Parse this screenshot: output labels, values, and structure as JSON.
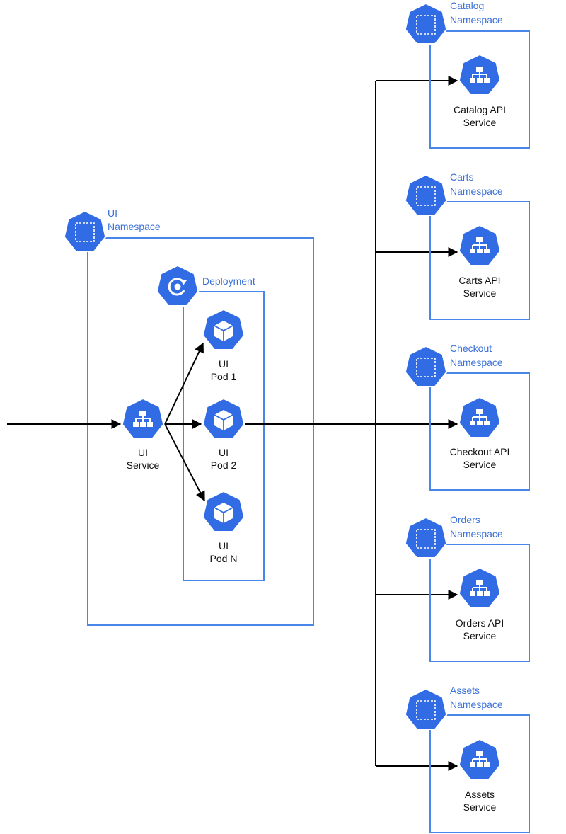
{
  "ui_namespace": {
    "title": [
      "UI",
      "Namespace"
    ],
    "icon": "namespace-icon",
    "deployment": {
      "title": "Deployment",
      "icon": "deployment-icon",
      "pods": [
        {
          "lines": [
            "UI",
            "Pod 1"
          ],
          "icon": "pod-icon"
        },
        {
          "lines": [
            "UI",
            "Pod 2"
          ],
          "icon": "pod-icon"
        },
        {
          "lines": [
            "UI",
            "Pod N"
          ],
          "icon": "pod-icon"
        }
      ]
    },
    "service": {
      "lines": [
        "UI",
        "Service"
      ],
      "icon": "service-icon"
    }
  },
  "namespaces": [
    {
      "title": [
        "Catalog",
        "Namespace"
      ],
      "icon": "namespace-icon",
      "service": {
        "lines": [
          "Catalog API",
          "Service"
        ],
        "icon": "service-icon"
      }
    },
    {
      "title": [
        "Carts",
        "Namespace"
      ],
      "icon": "namespace-icon",
      "service": {
        "lines": [
          "Carts API",
          "Service"
        ],
        "icon": "service-icon"
      }
    },
    {
      "title": [
        "Checkout",
        "Namespace"
      ],
      "icon": "namespace-icon",
      "service": {
        "lines": [
          "Checkout API",
          "Service"
        ],
        "icon": "service-icon"
      }
    },
    {
      "title": [
        "Orders",
        "Namespace"
      ],
      "icon": "namespace-icon",
      "service": {
        "lines": [
          "Orders API",
          "Service"
        ],
        "icon": "service-icon"
      }
    },
    {
      "title": [
        "Assets",
        "Namespace"
      ],
      "icon": "namespace-icon",
      "service": {
        "lines": [
          "Assets",
          "Service"
        ],
        "icon": "service-icon"
      }
    }
  ],
  "colors": {
    "accent": "#326ce5",
    "box_stroke": "#4a86e8",
    "label_blue": "#3a70d8",
    "edge": "#000000"
  }
}
